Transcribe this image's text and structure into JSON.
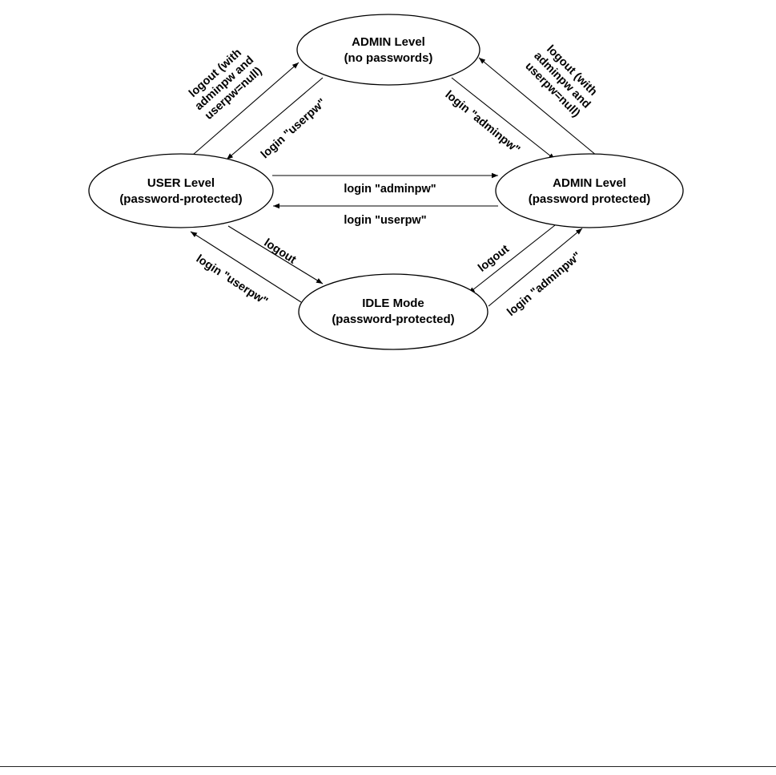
{
  "nodes": {
    "admin_no_pw": {
      "line1": "ADMIN Level",
      "line2": "(no passwords)"
    },
    "user_level": {
      "line1": "USER Level",
      "line2": "(password-protected)"
    },
    "admin_pw": {
      "line1": "ADMIN Level",
      "line2": "(password protected)"
    },
    "idle_mode": {
      "line1": "IDLE Mode",
      "line2": "(password-protected)"
    }
  },
  "edges": {
    "user_to_admin_nopw": {
      "lines": [
        "logout (with",
        "adminpw and",
        "userpw=null)"
      ]
    },
    "admin_nopw_to_user": {
      "lines": [
        "login \"userpw\""
      ]
    },
    "admin_nopw_to_admin_pw": {
      "lines": [
        "login \"adminpw\""
      ]
    },
    "admin_pw_to_admin_nopw": {
      "lines": [
        "logout (with",
        "adminpw and",
        "userpw=null)"
      ]
    },
    "user_to_admin_pw": {
      "lines": [
        "login \"adminpw\""
      ]
    },
    "admin_pw_to_user": {
      "lines": [
        "login \"userpw\""
      ]
    },
    "user_to_idle": {
      "lines": [
        "logout"
      ]
    },
    "idle_to_user": {
      "lines": [
        "login \"userpw\""
      ]
    },
    "admin_pw_to_idle": {
      "lines": [
        "logout"
      ]
    },
    "idle_to_admin_pw": {
      "lines": [
        "login \"adminpw\""
      ]
    }
  },
  "colors": {
    "ink": "#000000",
    "background": "#ffffff"
  }
}
